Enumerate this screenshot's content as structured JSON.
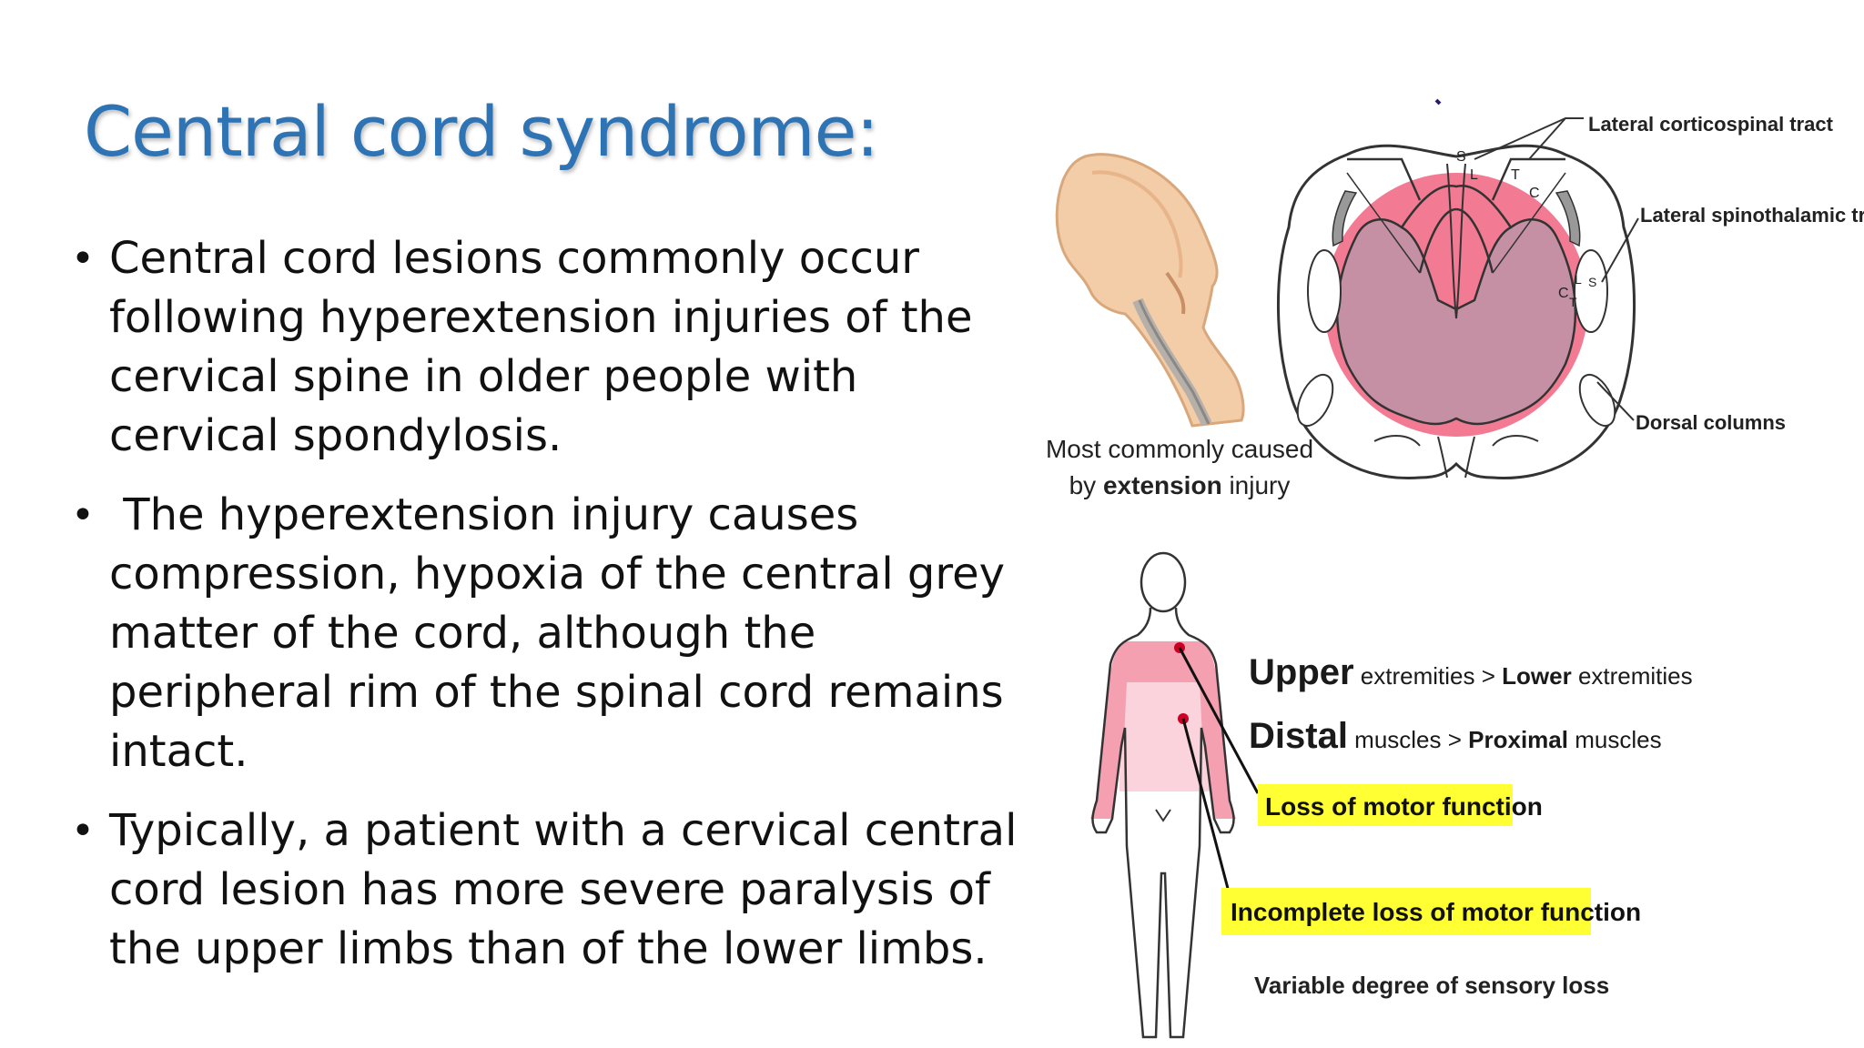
{
  "slide": {
    "title": "Central cord syndrome:",
    "bullets": [
      "Central cord lesions commonly occur following hyperextension injuries of the cervical spine in older people with cervical spondylosis.",
      " The hyperextension injury causes compression, hypoxia of the central grey matter of the cord, although the peripheral rim of the spinal cord remains intact.",
      "Typically, a patient with a cervical central cord lesion has more severe paralysis of the upper limbs than of the lower limbs."
    ],
    "bullet_marker": "•"
  },
  "figure_top": {
    "caption_line1": "Most commonly caused",
    "caption_line2_pre": "by ",
    "caption_line2_bold": "extension",
    "caption_line2_post": " injury",
    "labels": {
      "lateral_corticospinal": "Lateral corticospinal tract",
      "lateral_spinothalamic": "Lateral spinothalamic tract",
      "dorsal_columns": "Dorsal columns"
    },
    "tract_letters_dorsal": [
      "S",
      "L",
      "T",
      "C"
    ],
    "tract_letters_lateral": [
      "C",
      "T",
      "L",
      "S"
    ],
    "colors": {
      "lesion": "#f27a92",
      "lesion_overlap": "#c690a4",
      "outline": "#333333"
    }
  },
  "figure_bottom": {
    "upper_bold": "Upper",
    "upper_rest": " extremities > ",
    "lower_bold": "Lower",
    "lower_rest": " extremities",
    "distal_bold": "Distal",
    "distal_rest": " muscles > ",
    "proximal_bold": "Proximal",
    "proximal_rest": " muscles",
    "loss_motor": "Loss of motor function",
    "incomplete_loss": "Incomplete loss of motor function",
    "sensory_loss": "Variable degree of sensory loss",
    "colors": {
      "highlight": "#ffff33",
      "upper_zone": "#f4a0b0",
      "lower_zone": "#fbd3dc",
      "dot": "#cc0022"
    }
  }
}
